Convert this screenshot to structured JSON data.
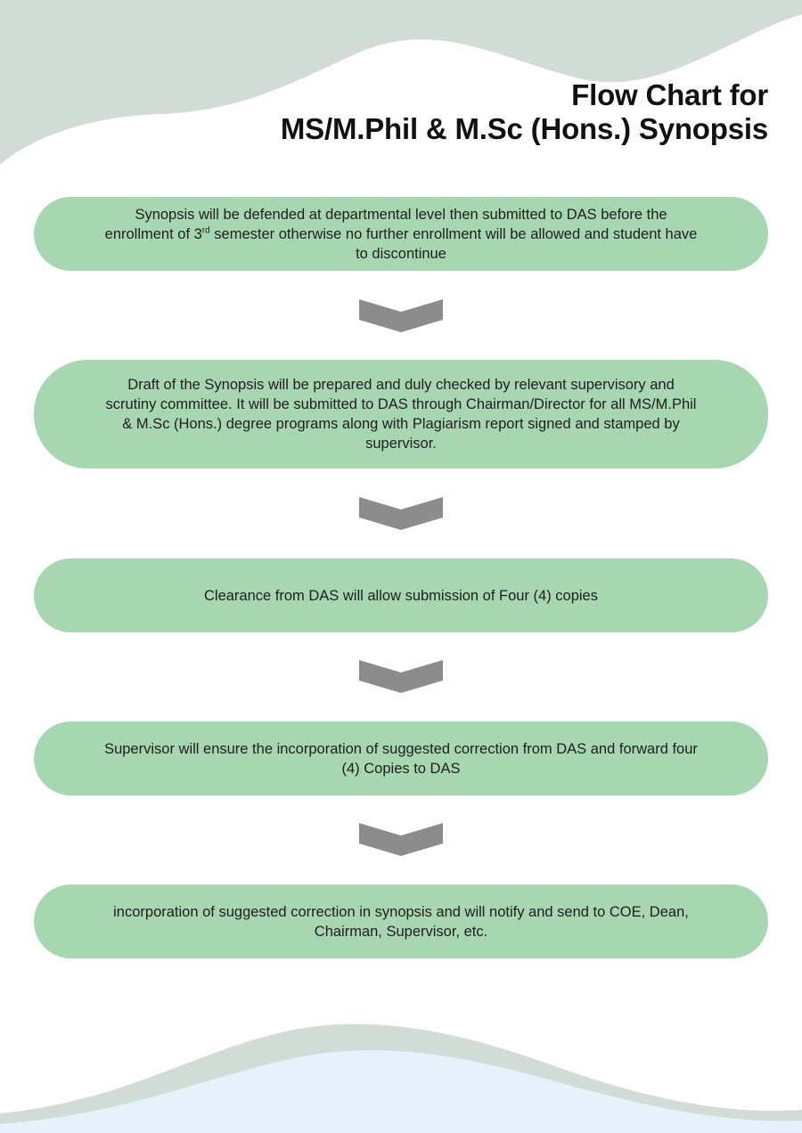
{
  "title": {
    "line1": "Flow Chart for",
    "line2": "MS/M.Phil & M.Sc (Hons.) Synopsis"
  },
  "steps": [
    {
      "text_a": "Synopsis will be defended at departmental level then submitted to DAS before the enrollment of 3",
      "sup": "rd",
      "text_b": " semester otherwise no further enrollment will be allowed and student have to discontinue"
    },
    {
      "text": "Draft of the Synopsis will be prepared and duly checked by relevant supervisory and scrutiny committee. It will be submitted to DAS through Chairman/Director for all MS/M.Phil & M.Sc (Hons.) degree programs along with Plagiarism report signed and stamped by supervisor."
    },
    {
      "text": "Clearance from DAS will allow submission of Four (4) copies"
    },
    {
      "text": "Supervisor will ensure the incorporation of suggested correction from DAS and forward four (4) Copies to DAS"
    },
    {
      "text": "incorporation of suggested correction in synopsis and will notify and send to COE, Dean, Chairman, Supervisor, etc."
    }
  ],
  "colors": {
    "step_fill": "#a7d7b0",
    "arrow": "#8c8c8c",
    "wave_gray": "#d1dcd6",
    "wave_blue": "#e6f1fb"
  }
}
